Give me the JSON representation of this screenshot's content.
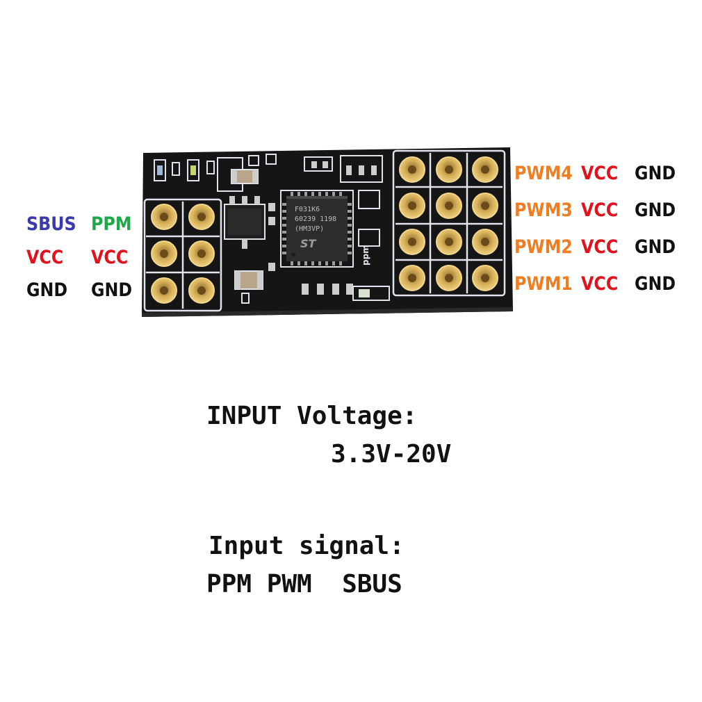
{
  "colors": {
    "sbus": "#3a3ab0",
    "ppm": "#1ea84a",
    "vcc": "#e0121b",
    "gnd": "#111111",
    "pwm": "#f07d22",
    "board": "#151515",
    "silkscreen": "#dfe4ee",
    "pad": "#d9b25a"
  },
  "left_pins": {
    "row1": [
      "SBUS",
      "PPM"
    ],
    "row2": [
      "VCC",
      "VCC"
    ],
    "row3": [
      "GND",
      "GND"
    ]
  },
  "right_pins": [
    {
      "signal": "PWM4",
      "vcc": "VCC",
      "gnd": "GND"
    },
    {
      "signal": "PWM3",
      "vcc": "VCC",
      "gnd": "GND"
    },
    {
      "signal": "PWM2",
      "vcc": "VCC",
      "gnd": "GND"
    },
    {
      "signal": "PWM1",
      "vcc": "VCC",
      "gnd": "GND"
    }
  ],
  "chip": {
    "line1": "F031K6",
    "line2": "60239 1198",
    "line3": "(HM3VP)",
    "logo": "ST"
  },
  "board_mark": "ppm",
  "input_voltage": {
    "label": "INPUT Voltage:",
    "value": "3.3V-20V"
  },
  "input_signal": {
    "label": "Input signal:",
    "value": "PPM PWM  SBUS"
  }
}
